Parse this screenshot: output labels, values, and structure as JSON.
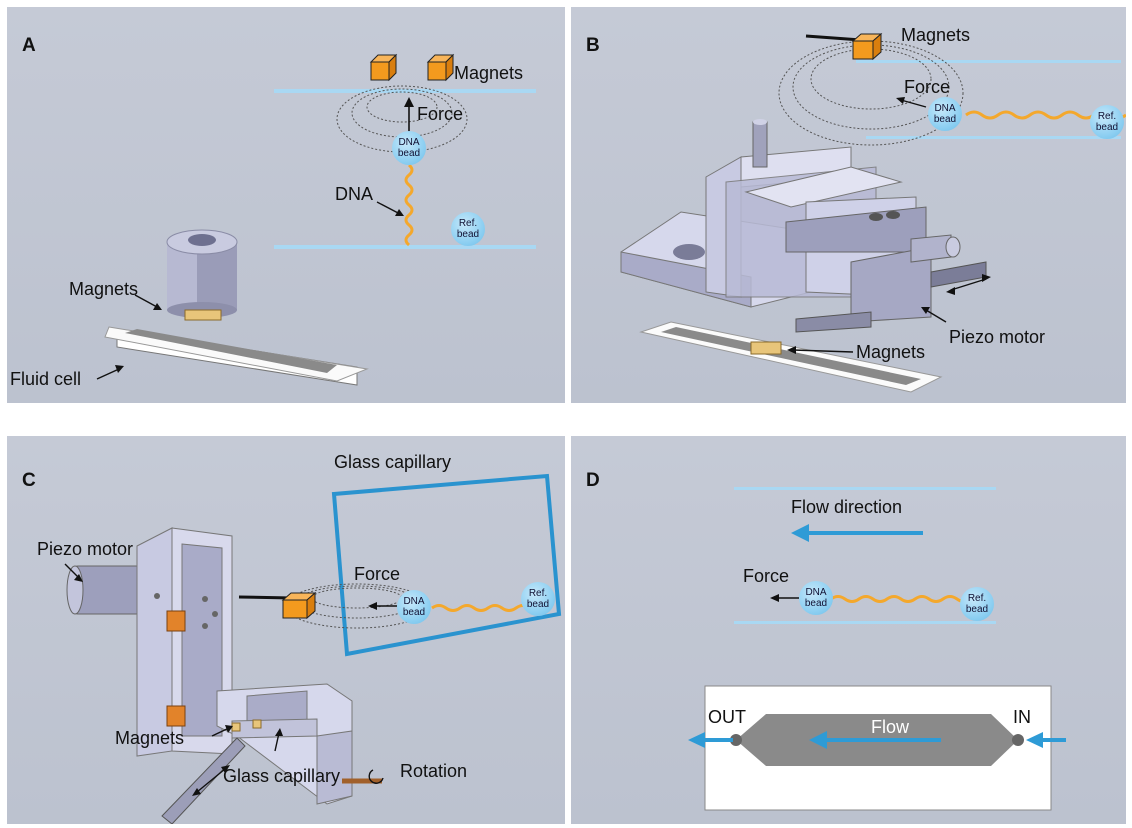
{
  "panels": {
    "a": {
      "letter": "A",
      "magnets_top": "Magnets",
      "force": "Force",
      "dna": "DNA",
      "dna_bead": [
        "DNA",
        "bead"
      ],
      "ref_bead": [
        "Ref.",
        "bead"
      ],
      "magnets_left": "Magnets",
      "fluid_cell": "Fluid cell"
    },
    "b": {
      "letter": "B",
      "magnets_top": "Magnets",
      "force": "Force",
      "dna_bead": [
        "DNA",
        "bead"
      ],
      "ref_bead": [
        "Ref.",
        "bead"
      ],
      "piezo_motor": "Piezo motor",
      "magnets_bottom": "Magnets"
    },
    "c": {
      "letter": "C",
      "glass_capillary_top": "Glass capillary",
      "piezo_motor": "Piezo motor",
      "force": "Force",
      "dna_bead": [
        "DNA",
        "bead"
      ],
      "ref_bead": [
        "Ref.",
        "bead"
      ],
      "magnets": "Magnets",
      "rotation": "Rotation",
      "glass_capillary_bottom": "Glass capillary"
    },
    "d": {
      "letter": "D",
      "flow_direction": "Flow direction",
      "force": "Force",
      "dna_bead": [
        "DNA",
        "bead"
      ],
      "ref_bead": [
        "Ref.",
        "bead"
      ],
      "out": "OUT",
      "in": "IN",
      "flow": "Flow"
    }
  },
  "colors": {
    "panel_bg": "#c2c7d3",
    "magnet_orange": "#f39a1e",
    "bead_blue": "#8fd0f2",
    "dna_orange": "#f4a82c",
    "flow_arrow": "#2e9bd6",
    "frame_blue": "#2a93cf"
  }
}
